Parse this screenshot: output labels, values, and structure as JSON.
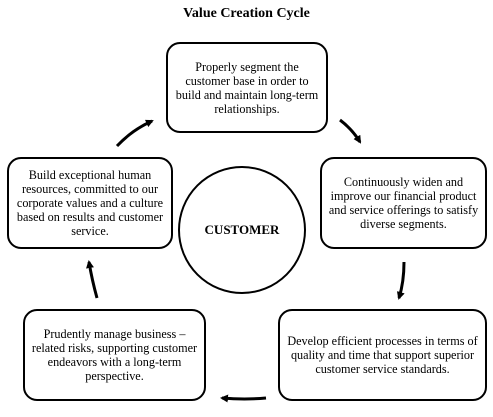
{
  "title": "Value Creation Cycle",
  "center": "CUSTOMER",
  "steps": [
    "Properly segment the customer base in order to build and maintain long-term relationships.",
    "Continuously widen and improve our financial product and service offerings to satisfy diverse segments.",
    "Develop efficient processes in terms of quality and time that support superior customer service standards.",
    "Prudently manage business – related risks, supporting customer endeavors with a long-term perspective.",
    "Build exceptional human resources, committed to our corporate values and a culture based on results and customer service."
  ]
}
